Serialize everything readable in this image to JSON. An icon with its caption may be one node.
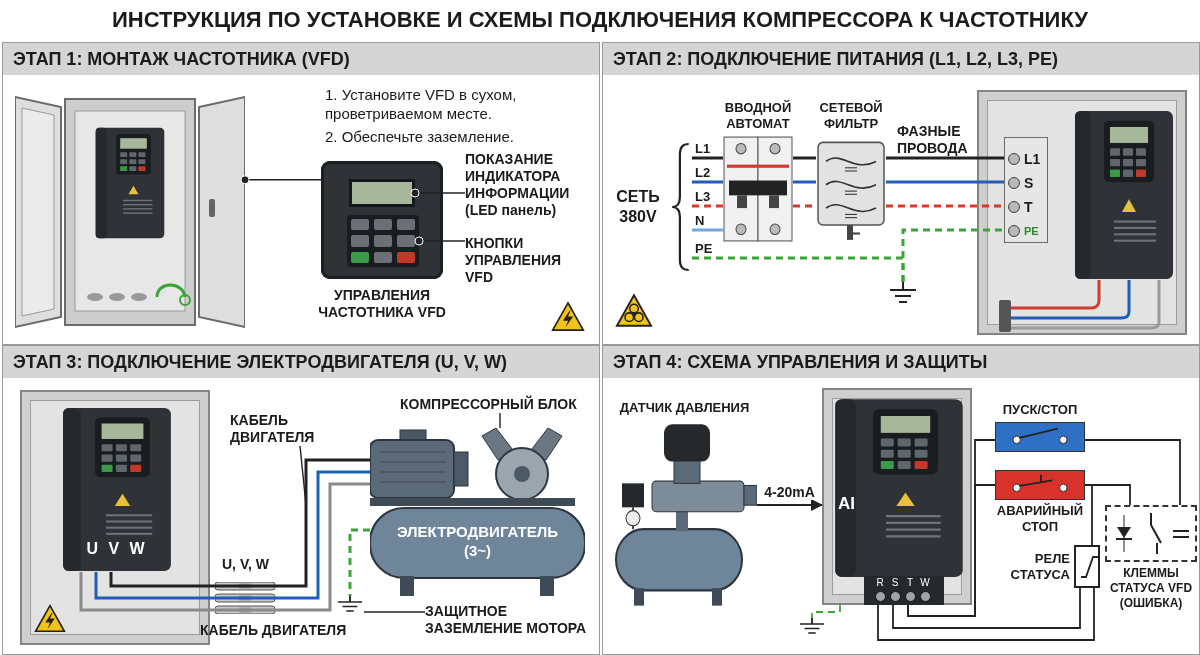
{
  "diagram": {
    "title": "ИНСТРУКЦИЯ ПО УСТАНОВКЕ И СХЕМЫ ПОДКЛЮЧЕНИЯ КОМПРЕССОРА К ЧАСТОТНИКУ",
    "nodes": [
      {
        "text": [
          "ЭТАП 1: МОНТАЖ ЧАСТОТНИКА (VFD)"
        ]
      },
      {
        "text": [],
        "shape": "picture",
        "in": 0
      },
      {
        "text": [],
        "shape": "picture",
        "in": 0,
        "beside": [
          "УПРАВЛЕНИЯ ЧАСТОТНИКА VFD"
        ]
      },
      {
        "text": [],
        "shape": "box",
        "in": 2
      },
      {
        "text": [],
        "shape": "box",
        "in": 2
      },
      {
        "text": [
          "ПОКАЗАНИЕ ИНДИКАТОРА ИНФОРМАЦИИ (LED панель)"
        ],
        "in": 0
      },
      {
        "text": [
          "КНОПКИ УПРАВЛЕНИЯ VFD"
        ],
        "in": 0
      },
      {
        "text": [
          "ЭТАП 2: ПОДКЛЮЧЕНИЕ ПИТАНИЯ (L1, L2, L3, PE)"
        ]
      },
      {
        "text": [
          "СЕТЬ 380V"
        ],
        "in": 7
      },
      {
        "text": [
          "ВВОДНОЙ АВТОМАТ"
        ],
        "in": 7
      },
      {
        "text": [
          "СЕТЕВОЙ ФИЛЬТР"
        ],
        "in": 7
      },
      {
        "text": [],
        "shape": "box",
        "in": 7
      },
      {
        "text": [
          "L1",
          "S",
          "T",
          "PE"
        ],
        "in": 11
      },
      {
        "text": [],
        "shape": "picture",
        "in": 11
      },
      {
        "text": [],
        "shape": "ground",
        "in": 7
      },
      {
        "text": [
          "ЭТАП 3: ПОДКЛЮЧЕНИЕ ЭЛЕКТРОДВИГАТЕЛЯ (U, V, W)"
        ]
      },
      {
        "text": [],
        "shape": "box",
        "in": 15
      },
      {
        "text": [
          "U V W"
        ],
        "in": 16
      },
      {
        "text": [
          "КАБЕЛЬ ДВИГАТЕЛЯ"
        ],
        "in": 15
      },
      {
        "text": [
          "КОМПРЕССОРНЫЙ БЛОК"
        ],
        "in": 15
      },
      {
        "text": [
          "ЭЛЕКТРОДВИГАТЕЛЬ (3~)"
        ],
        "in": 15
      },
      {
        "text": [],
        "shape": "ground",
        "in": 15
      },
      {
        "text": [
          "ЗАЩИТНОЕ ЗАЗЕМЛЕНИЕ МОТОРА"
        ],
        "in": 15
      },
      {
        "text": [
          "ЭТАП 4: СХЕМА УПРАВЛЕНИЯ И ЗАЩИТЫ"
        ]
      },
      {
        "text": [
          "ДАТЧИК ДАВЛЕНИЯ"
        ],
        "in": 23
      },
      {
        "text": [
          "AI",
          "R",
          "S",
          "T",
          "W"
        ],
        "in": 23
      },
      {
        "text": [
          "ПУСК/СТОП"
        ],
        "in": 23
      },
      {
        "text": [
          "АВАРИЙНЫЙ СТОП"
        ],
        "in": 23
      },
      {
        "text": [
          "РЕЛЕ СТАТУСА"
        ],
        "in": 23
      },
      {
        "text": [
          "КЛЕММЫ СТАТУСА VFD (ОШИБКА)"
        ],
        "in": 23
      },
      {
        "text": [],
        "shape": "ground",
        "in": 23
      }
    ],
    "edges": [
      {
        "from": 1,
        "to": 2,
        "arrow": "other"
      },
      {
        "from": 3,
        "to": 5,
        "arrow": "other"
      },
      {
        "from": 4,
        "to": 6,
        "arrow": "other"
      },
      {
        "from": 8,
        "to": 9,
        "arrow": "none"
      },
      {
        "from": 8,
        "to": 9,
        "arrow": "none",
        "color": "#1f5fb4"
      },
      {
        "from": 8,
        "to": 9,
        "arrow": "none",
        "color": "#d23b2f",
        "style": "dashed"
      },
      {
        "from": 8,
        "to": 9,
        "arrow": "none",
        "color": "#6fa8dc"
      },
      {
        "from": 8,
        "to": 14,
        "arrow": "none",
        "color": "#3aa534",
        "style": "dashed"
      },
      {
        "from": 14,
        "to": 12,
        "arrow": "none",
        "color": "#3aa534",
        "style": "dashed"
      },
      {
        "from": 9,
        "to": 10,
        "arrow": "none"
      },
      {
        "from": 9,
        "to": 10,
        "arrow": "none",
        "color": "#1f5fb4"
      },
      {
        "from": 9,
        "to": 10,
        "arrow": "none",
        "color": "#d23b2f",
        "style": "dashed"
      },
      {
        "from": 10,
        "to": 12,
        "arrow": "none"
      },
      {
        "from": 10,
        "to": 12,
        "arrow": "none",
        "color": "#1f5fb4"
      },
      {
        "from": 10,
        "to": 12,
        "arrow": "none",
        "color": "#d23b2f",
        "style": "dashed"
      },
      {
        "from": 17,
        "to": 20,
        "arrow": "none"
      },
      {
        "from": 17,
        "to": 20,
        "arrow": "none",
        "color": "#1f5fb4"
      },
      {
        "from": 17,
        "to": 20,
        "arrow": "none",
        "color": "#8a8a8a"
      },
      {
        "from": 18,
        "to": null,
        "arrow": "none"
      },
      {
        "from": 19,
        "to": 20,
        "arrow": "none"
      },
      {
        "from": 20,
        "to": 21,
        "arrow": "none",
        "color": "#3aa534",
        "style": "dashed"
      },
      {
        "from": 22,
        "to": 21,
        "arrow": "none"
      },
      {
        "from": 24,
        "to": 25,
        "arrow": "to",
        "label": "4-20mA"
      },
      {
        "from": 25,
        "to": 30,
        "arrow": "none",
        "color": "#3aa534",
        "style": "dashed"
      },
      {
        "from": 25,
        "to": 26,
        "arrow": "none"
      },
      {
        "from": 25,
        "to": 27,
        "arrow": "none"
      },
      {
        "from": 25,
        "to": 28,
        "arrow": "none"
      },
      {
        "from": 25,
        "to": 28,
        "arrow": "none"
      },
      {
        "from": 26,
        "to": 29,
        "arrow": "none"
      },
      {
        "from": 27,
        "to": 28,
        "arrow": "none"
      },
      {
        "from": 27,
        "to": 29,
        "arrow": "none"
      }
    ],
    "labels": [
      "1. Установите VFD в сухом, проветриваемом месте.",
      "2. Обеспечьте заземление.",
      "L1",
      "L2",
      "L3",
      "N",
      "PE",
      "ФАЗНЫЕ ПРОВОДА",
      "U, V, W",
      "КАБЕЛЬ ДВИГАТЕЛЯ"
    ]
  }
}
